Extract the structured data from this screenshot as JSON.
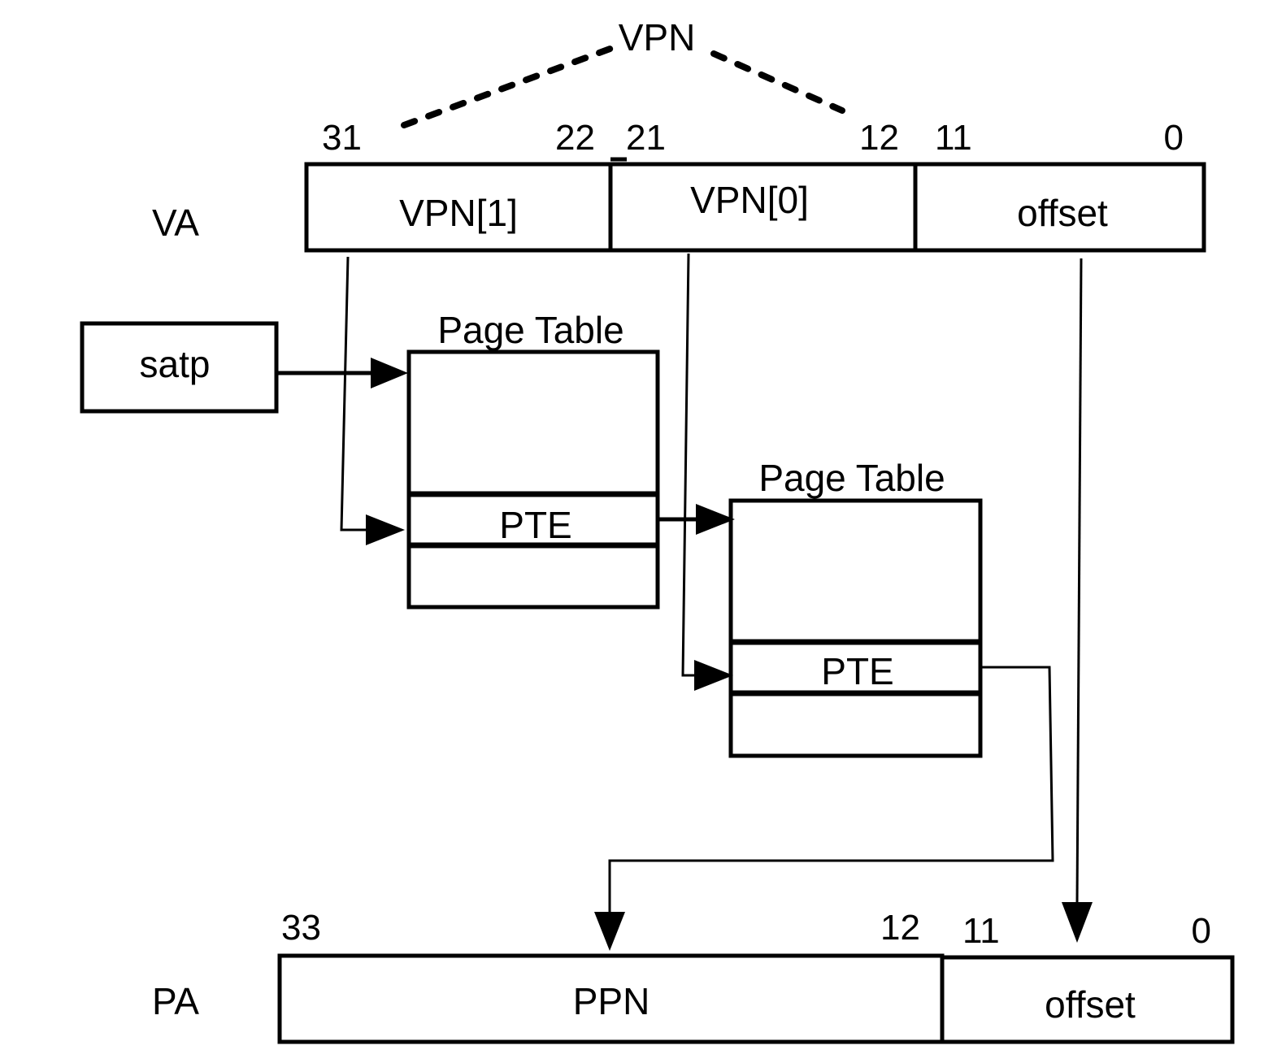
{
  "vpn_label": "VPN",
  "va": {
    "label": "VA",
    "bits": {
      "b31": "31",
      "b22": "22",
      "b21": "21",
      "b12": "12",
      "b11": "11",
      "b0": "0"
    },
    "fields": {
      "vpn1": "VPN[1]",
      "vpn0": "VPN[0]",
      "offset": "offset"
    }
  },
  "satp": "satp",
  "page_table_1": {
    "title": "Page Table",
    "entry": "PTE"
  },
  "page_table_2": {
    "title": "Page Table",
    "entry": "PTE"
  },
  "pa": {
    "label": "PA",
    "bits": {
      "b33": "33",
      "b12": "12",
      "b11": "11",
      "b0": "0"
    },
    "fields": {
      "ppn": "PPN",
      "offset": "offset"
    }
  }
}
